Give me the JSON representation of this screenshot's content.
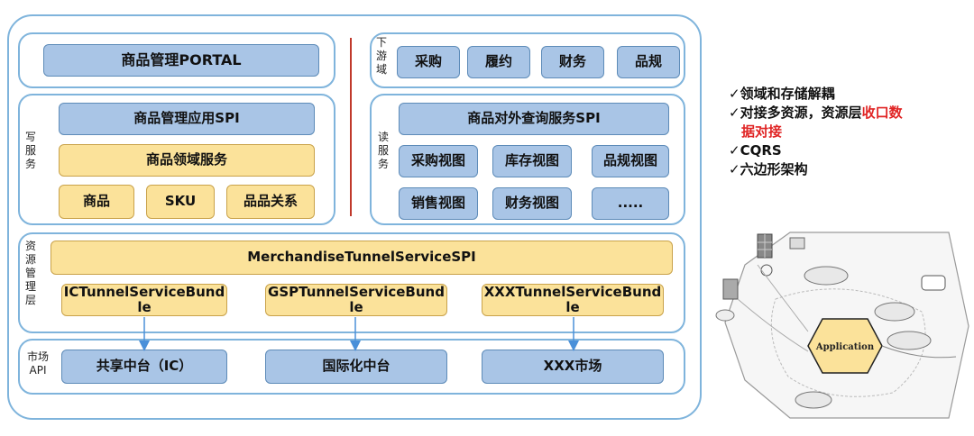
{
  "top": {
    "portal": "商品管理PORTAL",
    "downstream_label": "下\n游\n域",
    "downstream": [
      "采购",
      "履约",
      "财务",
      "品规"
    ]
  },
  "write": {
    "label": "写\n服\n务",
    "app_spi": "商品管理应用SPI",
    "domain_service": "商品领域服务",
    "entities": [
      "商品",
      "SKU",
      "品品关系"
    ]
  },
  "read": {
    "label": "读\n服\n务",
    "query_spi": "商品对外查询服务SPI",
    "views": [
      "采购视图",
      "库存视图",
      "品规视图",
      "销售视图",
      "财务视图",
      "....."
    ]
  },
  "resource": {
    "label": "资\n源\n管\n理\n层",
    "tunnel_spi": "MerchandiseTunnelServiceSPI",
    "bundles": [
      "ICTunnelServiceBundle",
      "GSPTunnelServiceBundle",
      "XXXTunnelServiceBundle"
    ]
  },
  "market": {
    "label": "市场\nAPI",
    "apis": [
      "共享中台（IC）",
      "国际化中台",
      "XXX市场"
    ]
  },
  "notes": {
    "line1": "✓领域和存储解耦",
    "line2_prefix": "✓对接多资源，资源层",
    "line2_highlight": "收口数",
    "line3_highlight": "据对接",
    "line4": "✓CQRS",
    "line5": "✓六边形架构"
  },
  "hexagon": {
    "center_label": "Application"
  },
  "colors": {
    "frame": "#7fb4dc",
    "blue_box": "#a9c5e6",
    "yellow_box": "#fbe29a",
    "highlight": "#e02424",
    "separator": "#c0392b"
  }
}
